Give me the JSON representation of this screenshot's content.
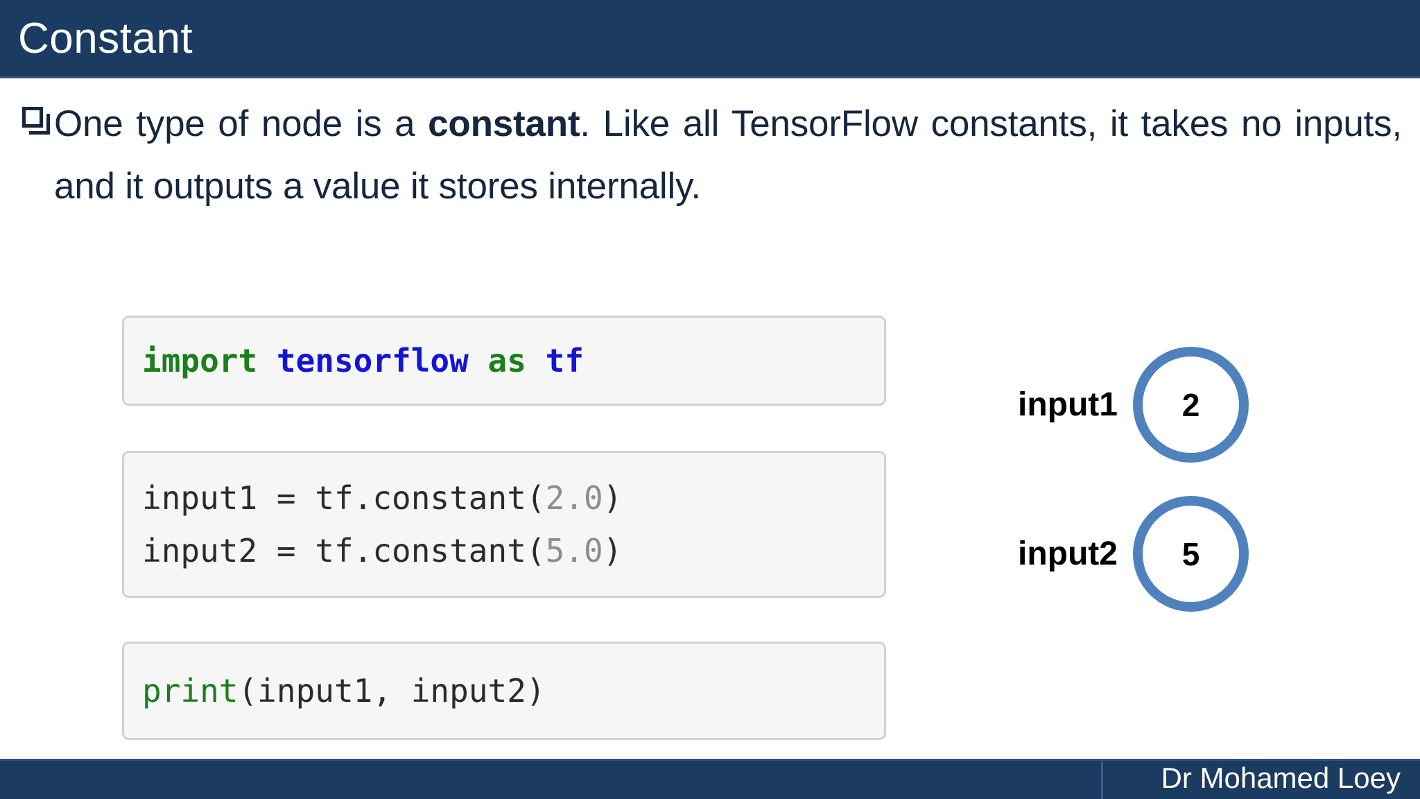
{
  "slide": {
    "title": "Constant",
    "body": {
      "bullet_glyph": "hollow-square",
      "segments": [
        {
          "text": "One type of node is a ",
          "bold": false
        },
        {
          "text": "constant",
          "bold": true
        },
        {
          "text": ". Like all TensorFlow constants, it takes no inputs, and it outputs a value it stores internally.",
          "bold": false
        }
      ],
      "full_text": "One type of node is a constant. Like all TensorFlow constants, it takes no inputs, and it outputs a value it stores internally."
    },
    "code_blocks": [
      {
        "id": "import",
        "lines": [
          {
            "tokens": [
              {
                "text": "import",
                "kind": "keyword"
              },
              {
                "text": " ",
                "kind": "plain"
              },
              {
                "text": "tensorflow",
                "kind": "module"
              },
              {
                "text": " ",
                "kind": "plain"
              },
              {
                "text": "as",
                "kind": "keyword"
              },
              {
                "text": " ",
                "kind": "plain"
              },
              {
                "text": "tf",
                "kind": "module"
              }
            ]
          }
        ],
        "plain_text": "import tensorflow as tf"
      },
      {
        "id": "constants",
        "lines": [
          {
            "tokens": [
              {
                "text": "input1 = tf.constant(",
                "kind": "plain"
              },
              {
                "text": "2.0",
                "kind": "number"
              },
              {
                "text": ")",
                "kind": "plain"
              }
            ]
          },
          {
            "tokens": [
              {
                "text": "input2 = tf.constant(",
                "kind": "plain"
              },
              {
                "text": "5.0",
                "kind": "number"
              },
              {
                "text": ")",
                "kind": "plain"
              }
            ]
          }
        ],
        "plain_text": "input1 = tf.constant(2.0)\ninput2 = tf.constant(5.0)"
      },
      {
        "id": "print",
        "lines": [
          {
            "tokens": [
              {
                "text": "print",
                "kind": "func"
              },
              {
                "text": "(input1, input2)",
                "kind": "plain"
              }
            ]
          }
        ],
        "plain_text": "print(input1, input2)"
      }
    ],
    "graph_nodes": [
      {
        "label": "input1",
        "value": "2"
      },
      {
        "label": "input2",
        "value": "5"
      }
    ],
    "footer": {
      "author": "Dr Mohamed Loey"
    },
    "colors": {
      "bar_navy": "#1c3b61",
      "body_text": "#16263f",
      "node_ring": "#4f81bd",
      "code_bg": "#f6f6f6",
      "code_border": "#d2d2d2",
      "keyword_green": "#1b7f1b",
      "module_blue": "#1414d6",
      "number_gray": "#8d8d8d"
    }
  }
}
